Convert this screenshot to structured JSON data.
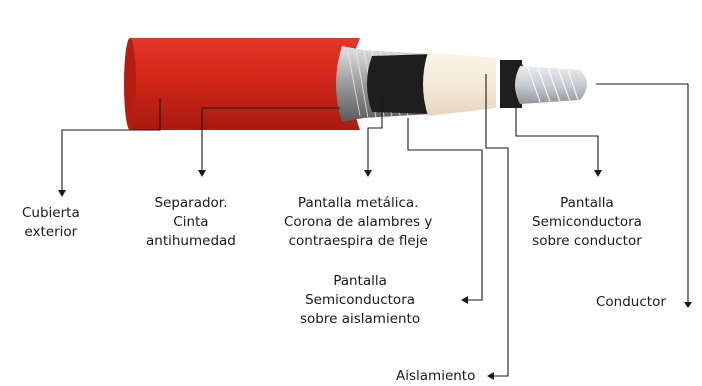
{
  "labels": {
    "cubierta": [
      "Cubierta",
      "exterior"
    ],
    "separador": [
      "Separador.",
      "Cinta",
      "antihumedad"
    ],
    "pantalla_metalica": [
      "Pantalla metálica.",
      "Corona de alambres y",
      "contraespira de fleje"
    ],
    "pantalla_semi_aislamiento": [
      "Pantalla",
      "Semiconductora",
      "sobre aislamiento"
    ],
    "pantalla_semi_conductor": [
      "Pantalla",
      "Semiconductora",
      "sobre conductor"
    ],
    "conductor": "Conductor",
    "aislamiento": "Aislamiento"
  },
  "colors": {
    "outer_sheath": "#d9291c",
    "outer_sheath_dark": "#a81a10",
    "insulation": "#f6ead7",
    "semiconductor": "#1e1e1e",
    "copper_wires": "#b9b9b9",
    "conductor": "#c7ccd1",
    "leader_line": "#1a1a1a"
  }
}
